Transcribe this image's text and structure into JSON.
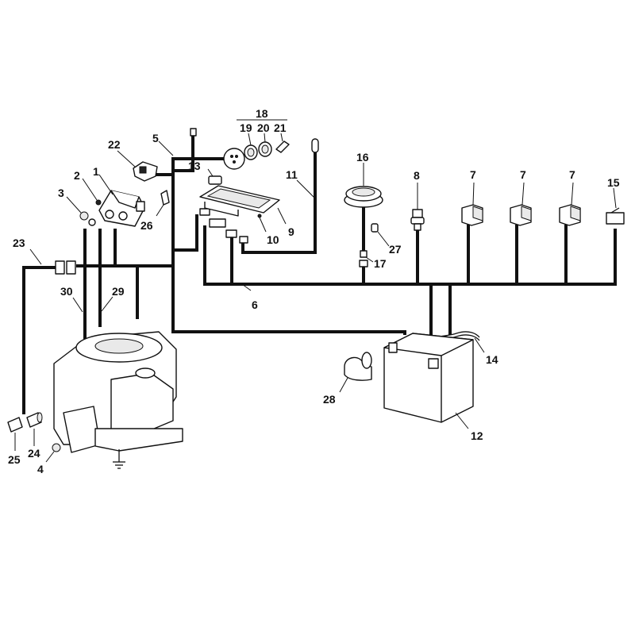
{
  "diagram": {
    "labels": {
      "p1": "1",
      "p2": "2",
      "p3": "3",
      "p4": "4",
      "p5": "5",
      "p6": "6",
      "p7a": "7",
      "p7b": "7",
      "p7c": "7",
      "p8": "8",
      "p9": "9",
      "p10": "10",
      "p11": "11",
      "p12": "12",
      "p13": "13",
      "p14": "14",
      "p15": "15",
      "p16": "16",
      "p17": "17",
      "p18": "18",
      "p19": "19",
      "p20": "20",
      "p21": "21",
      "p22": "22",
      "p23": "23",
      "p24": "24",
      "p25": "25",
      "p26": "26",
      "p27": "27",
      "p28": "28",
      "p29": "29",
      "p30": "30"
    }
  }
}
